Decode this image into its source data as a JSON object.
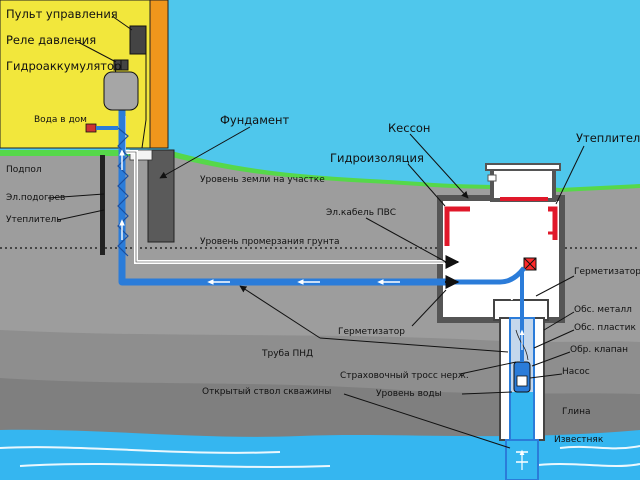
{
  "labels": {
    "control_panel": "Пульт управления",
    "pressure_relay": "Реле давления",
    "accumulator": "Гидроаккумулятор",
    "water_to_house": "Вода в дом",
    "foundation": "Фундамент",
    "caisson": "Кессон",
    "insulation_top": "Утеплитель",
    "waterproofing": "Гидроизоляция",
    "subfloor": "Подпол",
    "ground_level": "Уровень земли на участке",
    "heating_cable": "Эл.подогрев",
    "insulation_left": "Утеплитель",
    "pvs_cable": "Эл.кабель ПВС",
    "freezing_level": "Уровень промерзания грунта",
    "sealant_right": "Герметизатор",
    "sealant_mid": "Герметизатор",
    "casing_metal": "Обс. металл",
    "casing_plastic": "Обс. пластик",
    "check_valve": "Обр. клапан",
    "pnd_pipe": "Труба ПНД",
    "safety_cable": "Страховочный тросс нерж.",
    "pump": "Насос",
    "water_level": "Уровень воды",
    "open_borehole": "Открытый ствол скважины",
    "clay": "Глина",
    "limestone": "Известняк"
  },
  "colors": {
    "sky": "#4fc7ec",
    "house_wall": "#f2e73c",
    "wall_beam": "#f0961c",
    "grass": "#56d84a",
    "soil": "#9d9d9d",
    "soil_deep": "#7a7a7a",
    "clay": "#8a8a8a",
    "limestone": "#35b6f0",
    "pipe": "#2b7cd9",
    "insulation_red": "#e0182a"
  }
}
